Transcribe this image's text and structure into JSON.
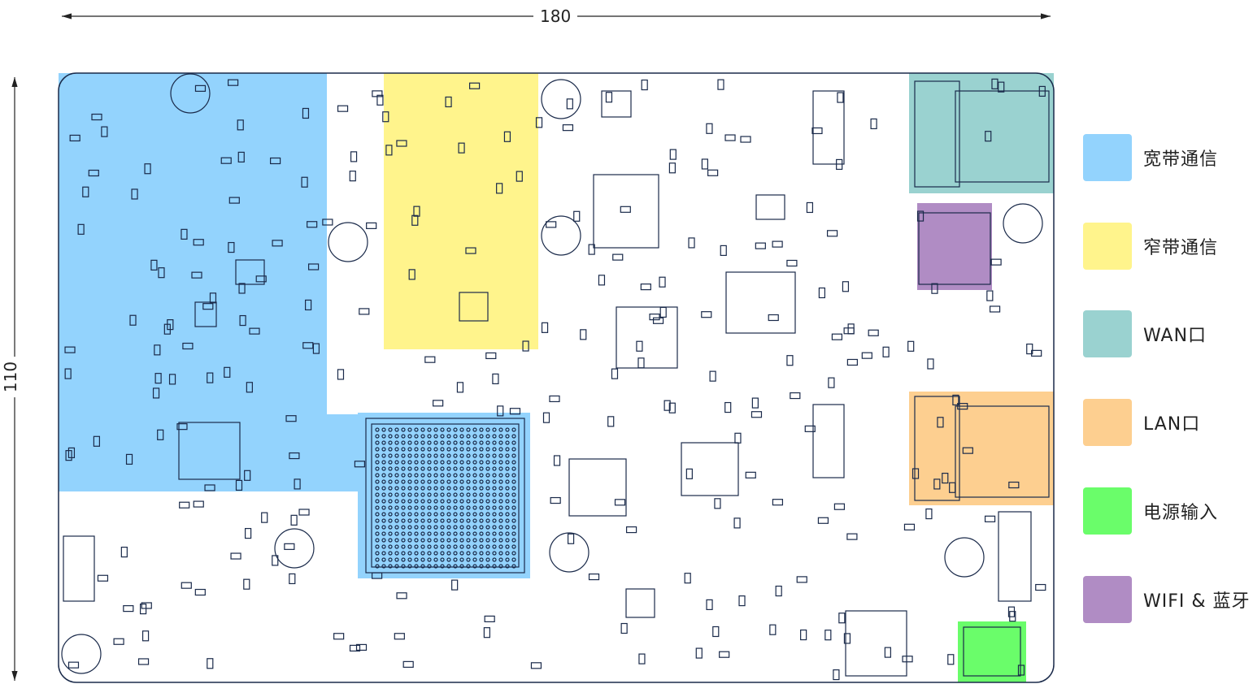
{
  "dimensions": {
    "width": "180",
    "height": "110"
  },
  "legend": [
    {
      "label": "宽带通信",
      "color": "#93D3FD"
    },
    {
      "label": "窄带通信",
      "color": "#FFF48C"
    },
    {
      "label": "WAN口",
      "color": "#9AD2D0"
    },
    {
      "label": "LAN口",
      "color": "#FDCF90"
    },
    {
      "label": "电源输入",
      "color": "#6AFD6A"
    },
    {
      "label": "WIFI & 蓝牙",
      "color": "#B08CC4"
    }
  ],
  "colors": {
    "outline": "#1a2a4a",
    "board": "#ffffff"
  }
}
